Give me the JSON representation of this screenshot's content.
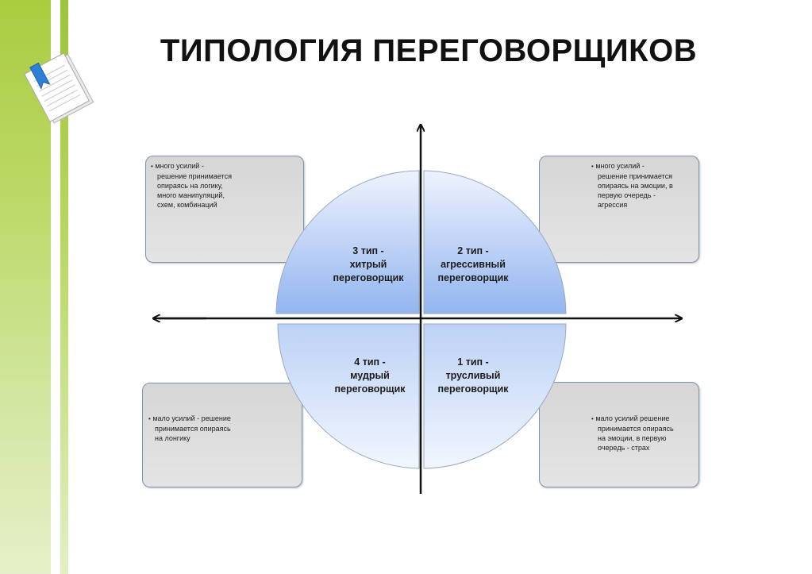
{
  "title": "ТИПОЛОГИЯ ПЕРЕГОВОРЩИКОВ",
  "colors": {
    "accent_green": "#a9cc3f",
    "quadrant_fill_light": "#eef3fd",
    "quadrant_fill_dark": "#93b5ef",
    "axis": "#111111",
    "box_border": "#7f93b2"
  },
  "icons": {
    "document": "document-with-ribbon-icon"
  },
  "quadrants": {
    "top_left": {
      "line1": "3 тип -",
      "line2": "хитрый",
      "line3": "переговорщик"
    },
    "top_right": {
      "line1": "2 тип -",
      "line2": "агрессивный",
      "line3": "переговорщик"
    },
    "bottom_left": {
      "line1": "4 тип -",
      "line2": "мудрый",
      "line3": "переговорщик"
    },
    "bottom_right": {
      "line1": "1 тип -",
      "line2": "трусливый",
      "line3": "переговорщик"
    }
  },
  "boxes": {
    "top_left": {
      "bullet": "•",
      "lines": [
        "много усилий -",
        "решение принимается",
        "опираясь на логику,",
        "много манипуляций,",
        "схем, комбинаций"
      ]
    },
    "top_right": {
      "bullet": "•",
      "lines": [
        "много усилий -",
        "решение принимается",
        "опираясь на эмоции, в",
        "первую очередь -",
        "агрессия"
      ]
    },
    "bottom_left": {
      "bullet": "•",
      "lines": [
        "мало усилий - решение",
        "принимается опираясь",
        "на лонгику"
      ]
    },
    "bottom_right": {
      "bullet": "•",
      "lines": [
        "мало усилий решение",
        "принимается опираясь",
        "на эмоции, в первую",
        "очередь - страх"
      ]
    }
  }
}
